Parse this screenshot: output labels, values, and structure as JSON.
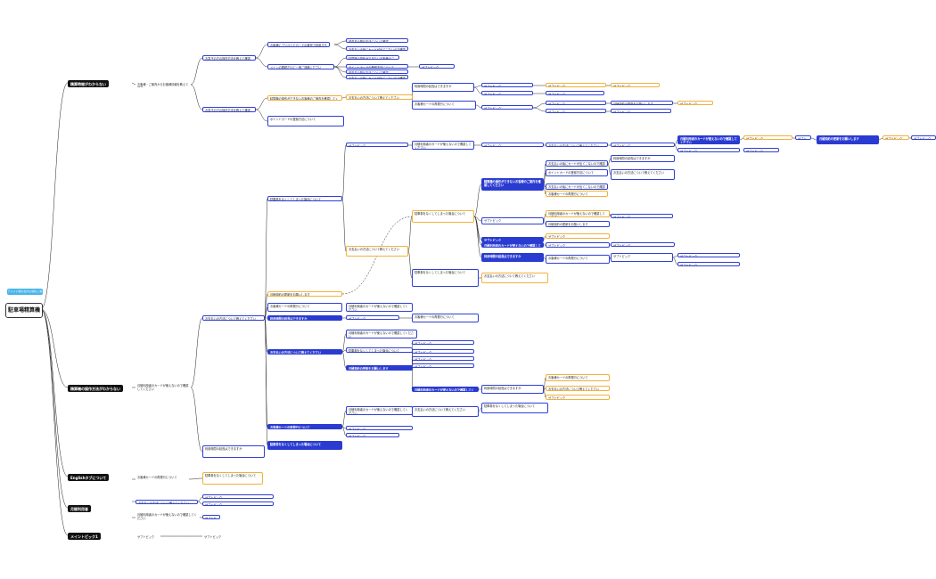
{
  "root": {
    "title": "駐車場精算機",
    "hint": "アルファ版の社内公開のご案内"
  },
  "branches": [
    {
      "label": "精算時間がわからない"
    },
    {
      "label": "精算機の操作方法がわからない"
    },
    {
      "label": "Englishタブについて"
    },
    {
      "label": "月極利用者"
    },
    {
      "label": "メイントピック1"
    }
  ],
  "texts": {
    "t1": "お客様・ご案内からお客様情報を教えて確認",
    "t2": "お急ぎの方の操作方法を教えて確認",
    "t3": "お客様にプリペイドカードの番号で利用することができます",
    "t4": "メインの問題だけに一度ご連絡ください",
    "t5": "領収書の発行方法について確認",
    "t6": "お支払いの後にカードが出てこないので確認してください",
    "t7": "精算機の操作ができないお客様のご案内を確認してください",
    "t8": "ポイントカードの登録方法について",
    "t9": "サブトピック",
    "t10": "サブトピック",
    "t11": "月極契約の更新をお願いします",
    "t12": "月極利用者のカードが使えないので確認してください",
    "t13": "お支払いの方法について教えてください",
    "t14": "利用時間の延長はできますか",
    "t15": "お客様カードの再発行について",
    "t16": "駐車券をなくしてしまった場合について"
  },
  "nodes_text": "お客様のご案内の詳細を確認してください"
}
